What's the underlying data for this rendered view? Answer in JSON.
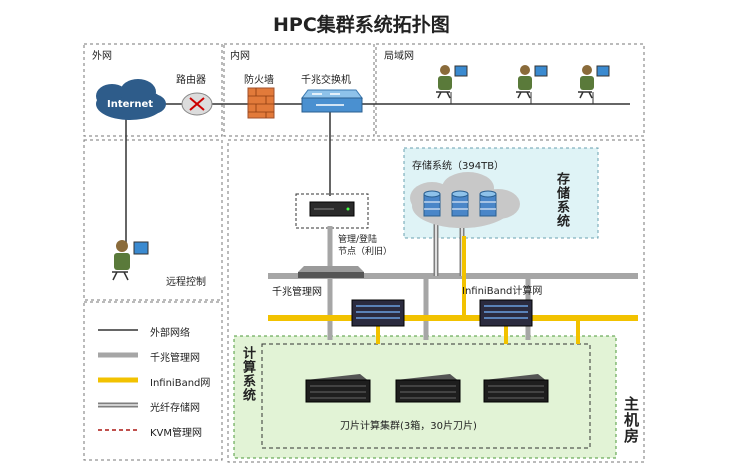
{
  "title": "HPC集群系统拓扑图",
  "zones": {
    "external": "外网",
    "internal": "内网",
    "lan": "局域网",
    "storage_vertical": "存储系统",
    "compute_vertical": "计算系统",
    "main_room": "主机房"
  },
  "nodes": {
    "internet": "Internet",
    "router": "路由器",
    "firewall": "防火墙",
    "gigabit_switch": "千兆交换机",
    "storage": "存储系统（394TB）",
    "mgmt_node_line1": "管理/登陆",
    "mgmt_node_line2": "节点（利旧）",
    "remote_control": "远程控制",
    "gigabit_mgmt_net": "千兆管理网",
    "infiniband_net": "InfiniBand计算网",
    "blade_cluster": "刀片计算集群(3箱，30片刀片)"
  },
  "legend": [
    {
      "label": "外部网络",
      "color": "#333333",
      "style": "thin"
    },
    {
      "label": "千兆管理网",
      "color": "#a6a6a6",
      "style": "thick"
    },
    {
      "label": "InfiniBand网",
      "color": "#f2c200",
      "style": "thick"
    },
    {
      "label": "光纤存储网",
      "color": "#7f7f7f",
      "style": "double"
    },
    {
      "label": "KVM管理网",
      "color": "#c0504d",
      "style": "dashed"
    }
  ],
  "colors": {
    "gigabit": "#a6a6a6",
    "infiniband": "#f2c200",
    "fiber": "#7f7f7f",
    "external": "#333333",
    "kvm": "#c0504d",
    "storage_bg": "#dff3f6",
    "compute_bg": "#e2f3d6",
    "cloud": "#2e5c8a"
  }
}
